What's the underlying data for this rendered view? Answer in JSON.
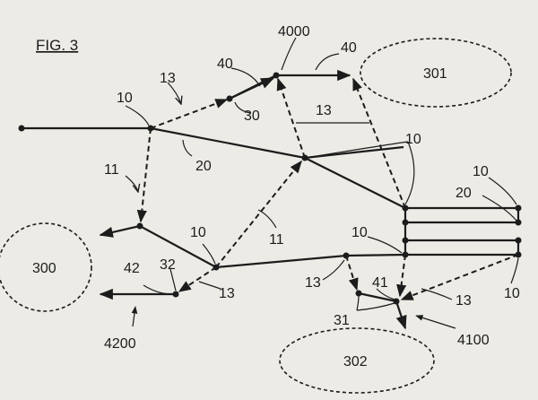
{
  "figure_label": "FIG. 3",
  "regions": [
    {
      "id": "301",
      "label": "301"
    },
    {
      "id": "300",
      "label": "300"
    },
    {
      "id": "302",
      "label": "302"
    }
  ],
  "reference_numerals": {
    "n4000": "4000",
    "n40a": "40",
    "n40b": "40",
    "n13a": "13",
    "n30": "30",
    "n13b": "13",
    "n10a": "10",
    "n10b": "10",
    "n20a": "20",
    "n11a": "11",
    "n10c": "10",
    "n20b": "20",
    "n11b": "11",
    "n10d": "10",
    "n10e": "10",
    "n32": "32",
    "n42": "42",
    "n13c": "13",
    "n13d": "13",
    "n41": "41",
    "n13e": "13",
    "n10f": "10",
    "n31": "31",
    "n4100": "4100",
    "n4200": "4200"
  }
}
